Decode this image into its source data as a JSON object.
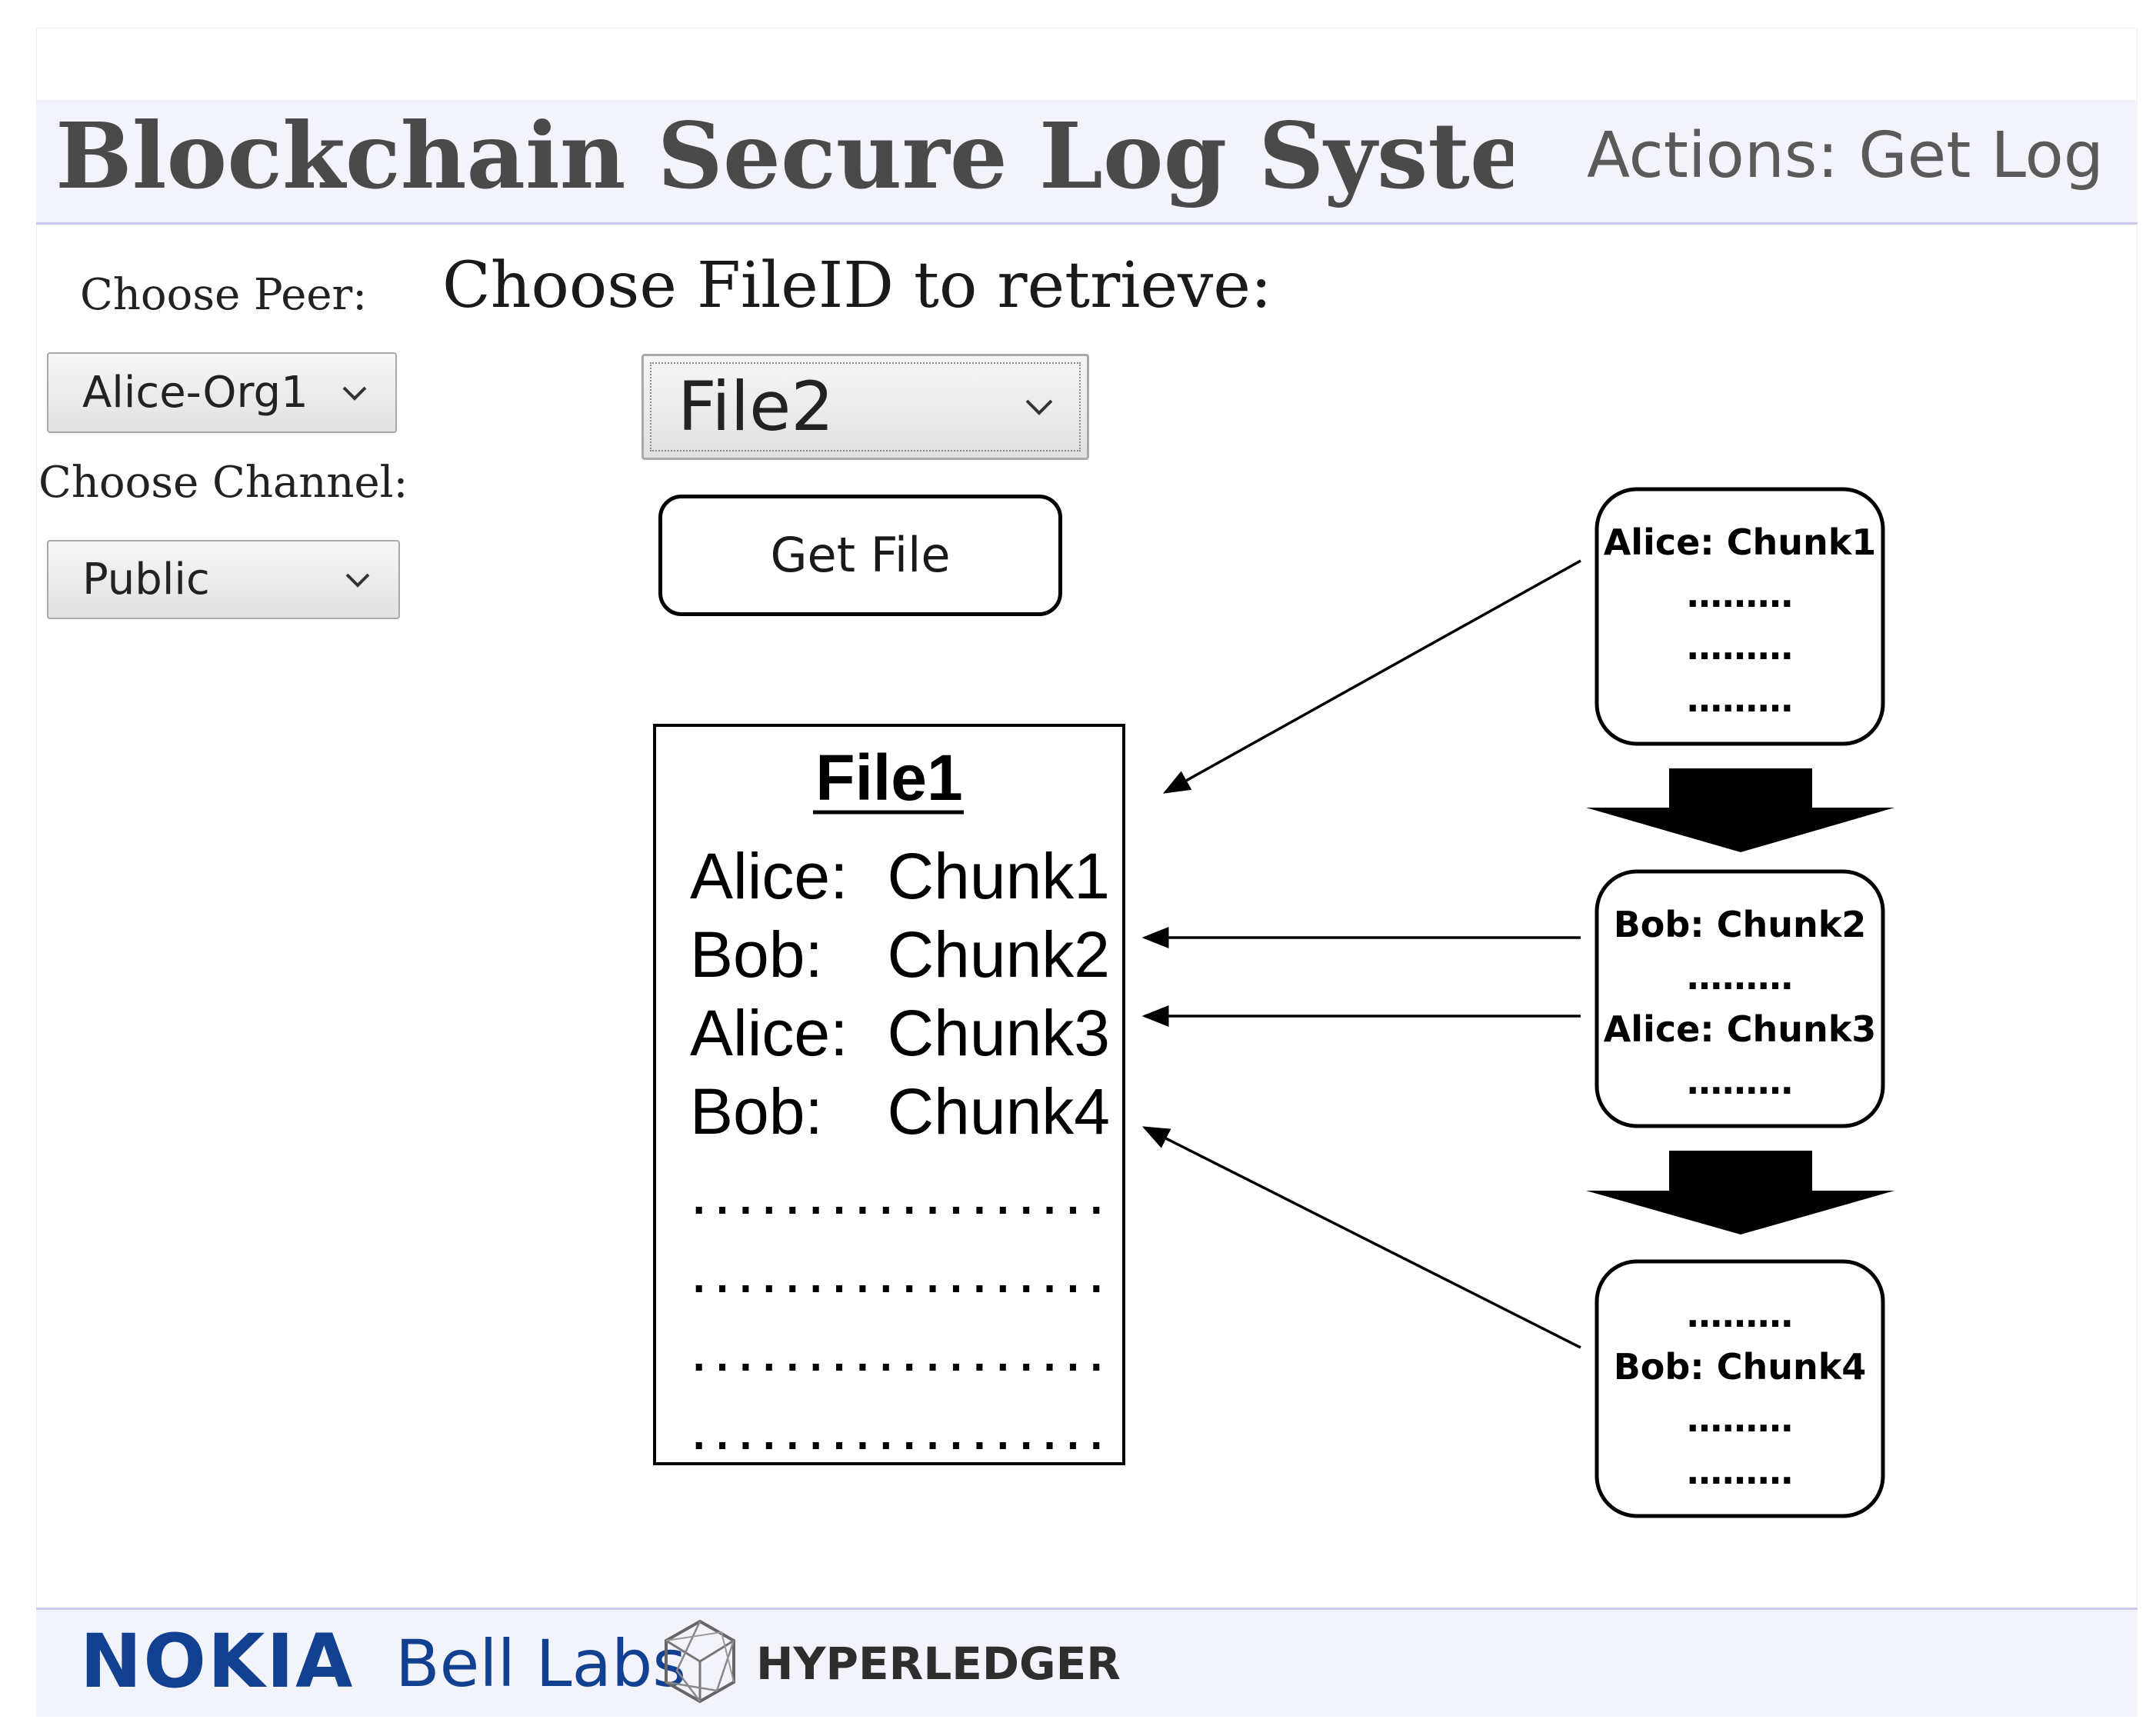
{
  "header": {
    "title": "Blockchain Secure Log System",
    "actions": "Actions: Get Log"
  },
  "sidebar": {
    "peer_label": "Choose Peer:",
    "peer_value": "Alice-Org1",
    "channel_label": "Choose Channel:",
    "channel_value": "Public"
  },
  "main": {
    "file_label": "Choose FileID to retrieve:",
    "file_value": "File2",
    "get_file_label": "Get File"
  },
  "diagram": {
    "file_title": "File1",
    "file_rows": [
      {
        "owner": "Alice:",
        "chunk": "Chunk1"
      },
      {
        "owner": "Bob:",
        "chunk": "Chunk2"
      },
      {
        "owner": "Alice:",
        "chunk": "Chunk3"
      },
      {
        "owner": "Bob:",
        "chunk": "Chunk4"
      }
    ],
    "file_dots": "..................",
    "blocks": [
      {
        "lines": [
          "Alice: Chunk1",
          "………",
          "………",
          "………"
        ]
      },
      {
        "lines": [
          "Bob: Chunk2",
          "………",
          "Alice: Chunk3",
          "………"
        ]
      },
      {
        "lines": [
          "………",
          "Bob: Chunk4",
          "………",
          "………"
        ]
      }
    ]
  },
  "footer": {
    "nokia": "NOKIA",
    "bell_labs": "Bell Labs",
    "hyperledger": "HYPERLEDGER"
  },
  "icons": {
    "select_arrow": "chevron-down-icon",
    "hyperledger_logo": "hyperledger-logo"
  }
}
